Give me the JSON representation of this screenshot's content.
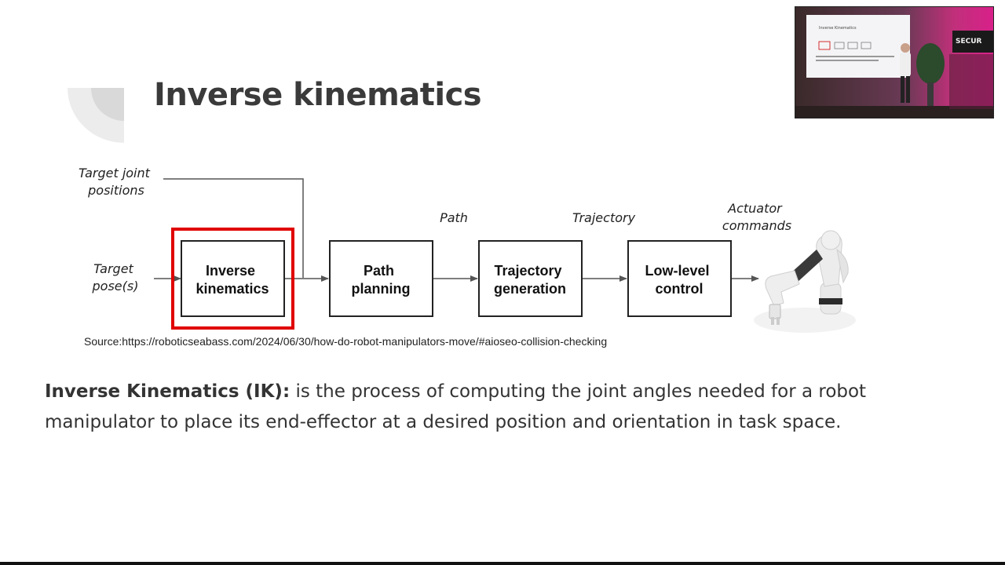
{
  "slide": {
    "title": "Inverse kinematics"
  },
  "diagram": {
    "inputs": {
      "target_joint": [
        "Target joint",
        "positions"
      ],
      "target_pose": [
        "Target",
        "pose(s)"
      ]
    },
    "blocks": [
      {
        "id": "ik",
        "lines": [
          "Inverse",
          "kinematics"
        ],
        "highlighted": true
      },
      {
        "id": "path",
        "lines": [
          "Path",
          "planning"
        ],
        "highlighted": false
      },
      {
        "id": "traj",
        "lines": [
          "Trajectory",
          "generation"
        ],
        "highlighted": false
      },
      {
        "id": "control",
        "lines": [
          "Low-level",
          "control"
        ],
        "highlighted": false
      }
    ],
    "edge_labels": {
      "path": "Path",
      "trajectory": "Trajectory",
      "actuator": [
        "Actuator",
        "commands"
      ]
    },
    "highlight_color": "#e00000"
  },
  "source": "Source:https://roboticseabass.com/2024/06/30/how-do-robot-manipulators-move/#aioseo-collision-checking",
  "definition": {
    "term": "Inverse Kinematics (IK):",
    "body": " is the process of computing the joint angles needed for a robot manipulator to place its end-effector at a desired position and orientation in task space."
  },
  "inset": {
    "slide_title": "Inverse Kinematics",
    "sign_text": "SECUR",
    "accent_color": "#e0007a"
  }
}
